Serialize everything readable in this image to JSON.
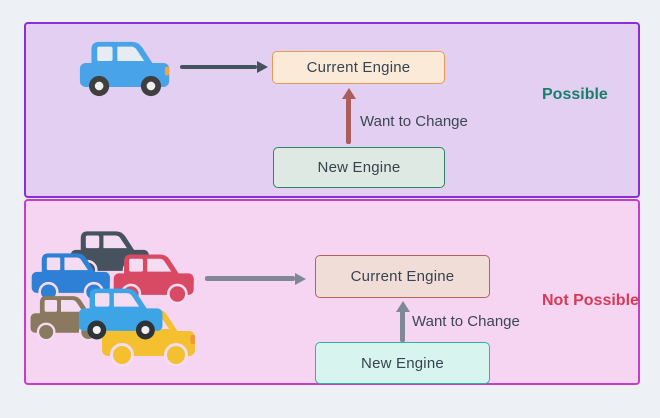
{
  "page": {
    "background_color": "#edf1f6",
    "description": "Diagram comparing engine change possibility for one car versus many cars"
  },
  "top_panel": {
    "status_label": "Possible",
    "status_color": "#17806d",
    "panel_fill": "#e2cff1",
    "panel_border_color": "#8b2ed8",
    "car_icon": "blue-suv-car-icon",
    "flow_arrow_color": "#44545e",
    "current_engine_box": {
      "label": "Current Engine",
      "fill": "#fcead9",
      "border_color": "#eb9a54"
    },
    "new_engine_box": {
      "label": "New Engine",
      "fill": "#dde9e2",
      "border_color": "#2e8560"
    },
    "change_arrow_label": "Want to Change",
    "change_arrow_color": "#ad5c5c"
  },
  "bottom_panel": {
    "status_label": "Not Possible",
    "status_color": "#d63a56",
    "panel_fill": "#f5d5f2",
    "panel_border_color": "#ca3bca",
    "car_icons": [
      "dark-gray-car-icon",
      "blue-car-icon",
      "red-car-icon",
      "yellow-car-icon",
      "brown-car-icon",
      "light-blue-car-icon"
    ],
    "flow_arrow_color": "#7e8995",
    "current_engine_box": {
      "label": "Current Engine",
      "fill": "#f0ddd8",
      "border_color": "#b2645c"
    },
    "new_engine_box": {
      "label": "New Engine",
      "fill": "#d7f4ee",
      "border_color": "#2fb4a1"
    },
    "change_arrow_label": "Want to Change",
    "change_arrow_color": "#7e8995"
  },
  "car_colors": {
    "top_suv": "#48a3e8",
    "dark_gray": "#46525e",
    "blue": "#2e7fd6",
    "red": "#d84a63",
    "yellow": "#f4c02f",
    "brown": "#8a795e",
    "light_blue": "#3da4e6"
  }
}
